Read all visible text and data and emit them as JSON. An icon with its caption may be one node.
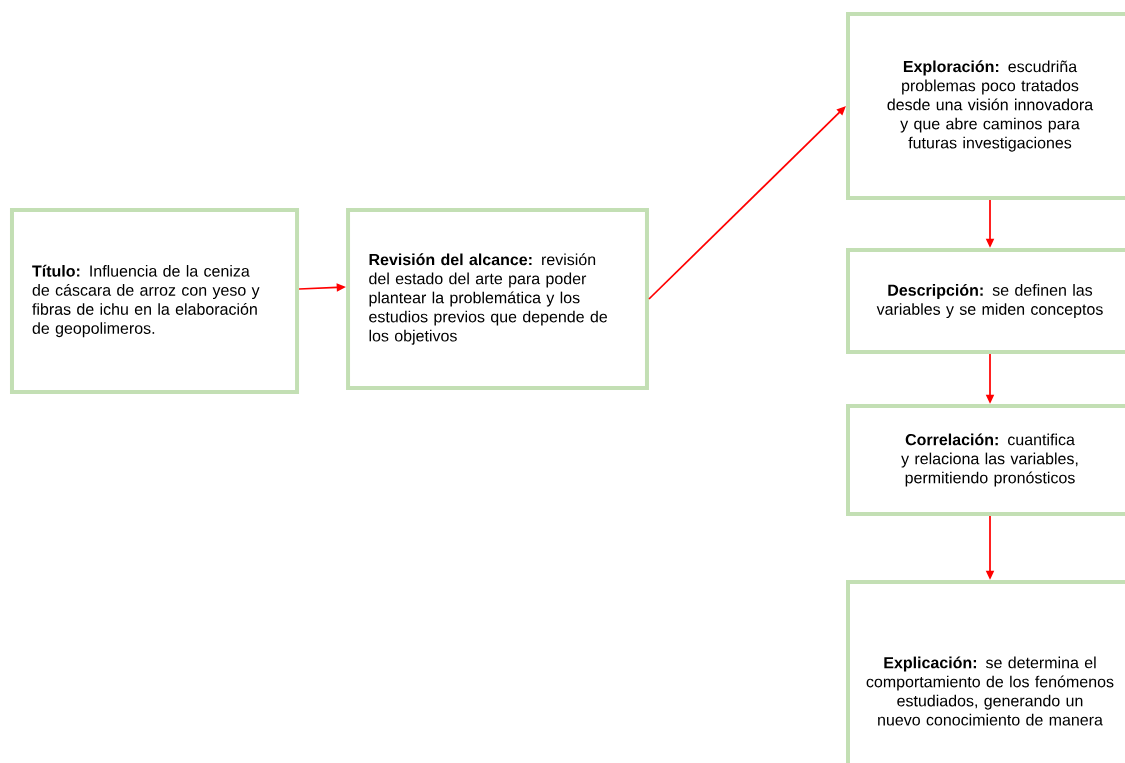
{
  "diagram": {
    "nodes": [
      {
        "text": [
          "**Título:** Influencia de la ceniza de cáscara de arroz con yeso y fibras de ichu en la elaboración de geopolimeros."
        ]
      },
      {
        "text": [
          "**Revisión del alcance:** revisión del estado del arte para poder plantear la problemática y los estudios previos que depende de los objetivos"
        ]
      },
      {
        "text": [
          "**Exploración:** escudriña problemas poco tratados desde una visión innovadora y que abre caminos para futuras investigaciones"
        ]
      },
      {
        "text": [
          "**Descripción:** se definen las variables y se miden conceptos"
        ]
      },
      {
        "text": [
          "**Correlación:** cuantifica y relaciona las variables, permitiendo pronósticos"
        ]
      },
      {
        "text": [
          "**Explicación:** se determina el comportamiento de los fenómenos estudiados, generando un nuevo conocimiento de manera"
        ]
      }
    ],
    "edges": [
      {
        "from": 0,
        "to": 1,
        "arrow": "to"
      },
      {
        "from": 1,
        "to": 2,
        "arrow": "to"
      },
      {
        "from": 2,
        "to": 3,
        "arrow": "to"
      },
      {
        "from": 3,
        "to": 4,
        "arrow": "to"
      },
      {
        "from": 4,
        "to": 5,
        "arrow": "to"
      }
    ]
  }
}
